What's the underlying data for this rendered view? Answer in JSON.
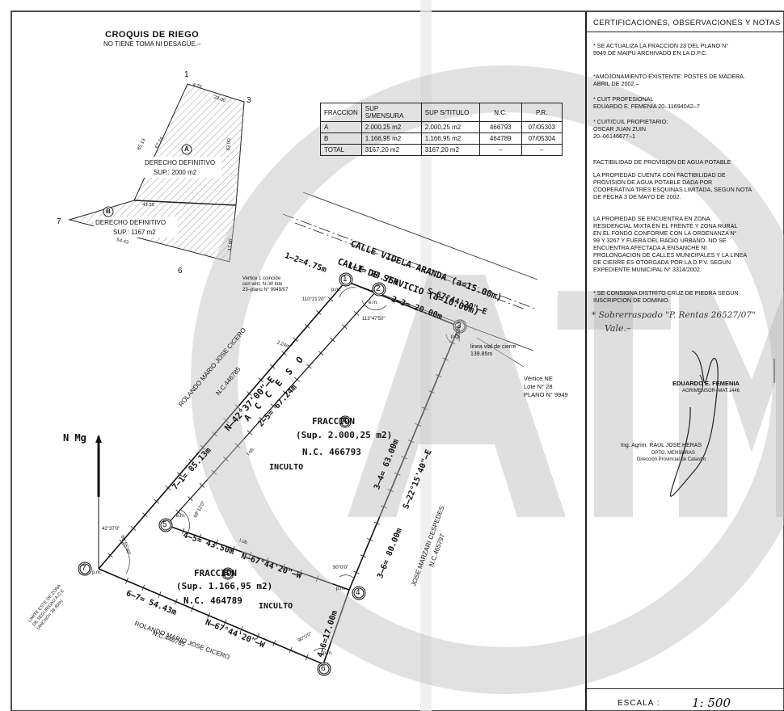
{
  "croquis": {
    "title": "CROQUIS DE RIEGO",
    "subtitle": "NO TIENE TOMA NI DESAGÜE.–",
    "points": {
      "p1": "1",
      "p3": "3",
      "p7": "7",
      "p6": "6"
    },
    "fraction_a": "A",
    "fraction_b": "B",
    "derecho_a": "DERECHO DEFINITIVO",
    "sup_a": "SUP.: 2000 m2",
    "derecho_b": "DERECHO DEFINITIVO",
    "sup_b": "SUP.: 1167 m2",
    "dims": {
      "d1": "4.75",
      "d2": "20.00",
      "d3": "85.13",
      "d4": "67.24",
      "d5": "63.00",
      "d6": "43.50",
      "d7": "54.43",
      "d8": "17.00"
    }
  },
  "table": {
    "headers": [
      "FRACCION",
      "SUP S/MENSURA",
      "SUP S/TITULO",
      "N.C.",
      "P.R."
    ],
    "rows": [
      [
        "A",
        "2.000,25 m2",
        "2.000,25 m2",
        "466793",
        "07/05303"
      ],
      [
        "B",
        "1.166,95 m2",
        "1.166,95 m2",
        "464789",
        "07/05304"
      ],
      [
        "TOTAL",
        "3167,20 m2",
        "3167,20 m2",
        "–",
        "–"
      ]
    ]
  },
  "plan": {
    "calle_videla": "CALLE VIDELA ARANDA (a=15.00m)",
    "calle_servicio": "CALLE DE SERVICIO (a=10.00m)",
    "dim_12": "1–2=4.75m",
    "dim_13": "1–3= 24.75m",
    "bearing_13": "S–67°44'20\"–E",
    "dim_23": "2–3= 20.00m",
    "vertice_note": "Vertice 1 coincide\ncon vert. N–W lote\n23–plano N° 9949/07",
    "angle_1": "110°21'20\"",
    "angle_2": "113°47'50\"",
    "angle_3": "90°0'0\"",
    "linea_vial": "linea vial de cierre\n139.85m",
    "vertice_ne": "Vértice NE\nLote N° 28\nPLANO N° 9949",
    "rolando_top": "ROLANDO MARIO JOSE CICERO",
    "rolando_top_nc": "N.C.446785",
    "acceso": "A C C E S O",
    "bearing_71": "N–42°37'00\"–E",
    "dim_25": "2–5= 67.24m",
    "dim_224": "2.24m",
    "dim_71": "7–1= 85.13m",
    "fraccion_a_title": "FRACCION",
    "fraccion_a_letter": "A",
    "fraccion_a_sup": "(Sup. 2.000,25 m2)",
    "fraccion_a_nc": "N.C. 466793",
    "inculto_a": "INCULTO",
    "dim_34": "3–4= 63.00m",
    "bearing_34": "S–22°15'40\"–E",
    "dim_36": "3–6= 80.00m",
    "jose_marzari": "JOSE MARZARI CESPEDES",
    "jose_nc": "N.C.465797",
    "angle_5": "69°12'0\"",
    "em5": "e.m.",
    "dim_45": "4–5= 43.50m",
    "bearing_45": "N–67°44'20\"–W",
    "lob": "l.ob.",
    "lob2": "l.ob.",
    "n_mg": "N Mg",
    "angle_7a": "42°37'0\"",
    "angle_7b": "69°55'40\"",
    "limite": "LIMITE ESTE DE ZONA\nDE SEGURIDAD A.C.E\n(ANCHO= 38.40m)",
    "fraccion_b_title": "FRACCION",
    "fraccion_b_letter": "B",
    "fraccion_b_sup": "(Sup. 1.166,95 m2)",
    "fraccion_b_nc": "N.C. 464789",
    "inculto_b": "INCULTO",
    "angle_4": "90°0'0\"",
    "dim_67": "6–7= 54.43m",
    "bearing_67": "N–67°44'20\"–W",
    "dim_46": "4–6=17.00m",
    "angle_6": "90°0'0\"",
    "rolando_bot": "ROLANDO MARIO JOSE CICERO",
    "rolando_bot_nc": "N.C.446785",
    "pm": "p.m.",
    "em": "e.m.",
    "vertex_labels": [
      "1",
      "2",
      "3",
      "4",
      "5",
      "6",
      "7"
    ]
  },
  "panel": {
    "header": "CERTIFICACIONES, OBSERVACIONES Y NOTAS",
    "note1": "* SE ACTUALIZA LA FRACCION 23 DEL PLANO N°\n9949 DE MAIPU ARCHIVADO EN LA D.P.C.",
    "note2": "*AMOJONAMIENTO EXISTENTE: POSTES DE MADERA.\nABRIL DE 2002.–",
    "note3": "* CUIT PROFESIONAL\nEDUARDO E. FEMENIA 20–11694042–7",
    "note4": "* CUIT/CUIL PROPIETARIO:\nOSCAR JUAN ZUIN\n    20–06146677–1",
    "note5": "FACTIBILIDAD DE PROVISION DE AGUA POTABLE",
    "note6": "LA PROPIEDAD CUENTA CON FACTIBILIDAD DE\nPROVISION DE AGUA POTABLE DADA POR\nCOOPERATIVA TRES ESQUINAS LIMITADA, SEGUN NOTA\nDE FECHA 3 DE MAYO DE 2002.",
    "note7": "LA PROPIEDAD SE ENCUENTRA EN ZONA\nRESIDENCIAL MIXTA EN EL FRENTE Y ZONA RURAL\nEN EL FONDO CONFORME CON LA ORDENANZA N°\n99 Y 3267 Y FUERA DEL RADIO URBANO. NO SE\nENCUENTRA AFECTADA A ENSANCHE NI\nPROLONGACION DE CALLES MUNICIPALES Y LA LINEA\nDE CIERRE ES OTORGADA POR LA D.P.V. SEGUN\nEXPEDIENTE MUNICIPAL N° 3314/2002.",
    "note8": "* SE CONSIGNA DISTRITO CRUZ DE PIEDRA SEGUN\nINSCRIPCION DE DOMINIO.",
    "handwritten1": "* Sobrerraspado \"P. Rentas 26527/07\"",
    "handwritten2": "Vale.–",
    "sig_name": "EDUARDO E. FEMENIA",
    "sig_title": "AGRIMENSOR–MAT.1446",
    "stamp_line1": "Ing. Agrim. RAUL JOSE HERAS",
    "stamp_line2": "DPTO. MENSURAS",
    "stamp_line3": "Dirección Provincial de Catastro",
    "scale_label": "ESCALA :",
    "scale_value": "1: 500"
  }
}
